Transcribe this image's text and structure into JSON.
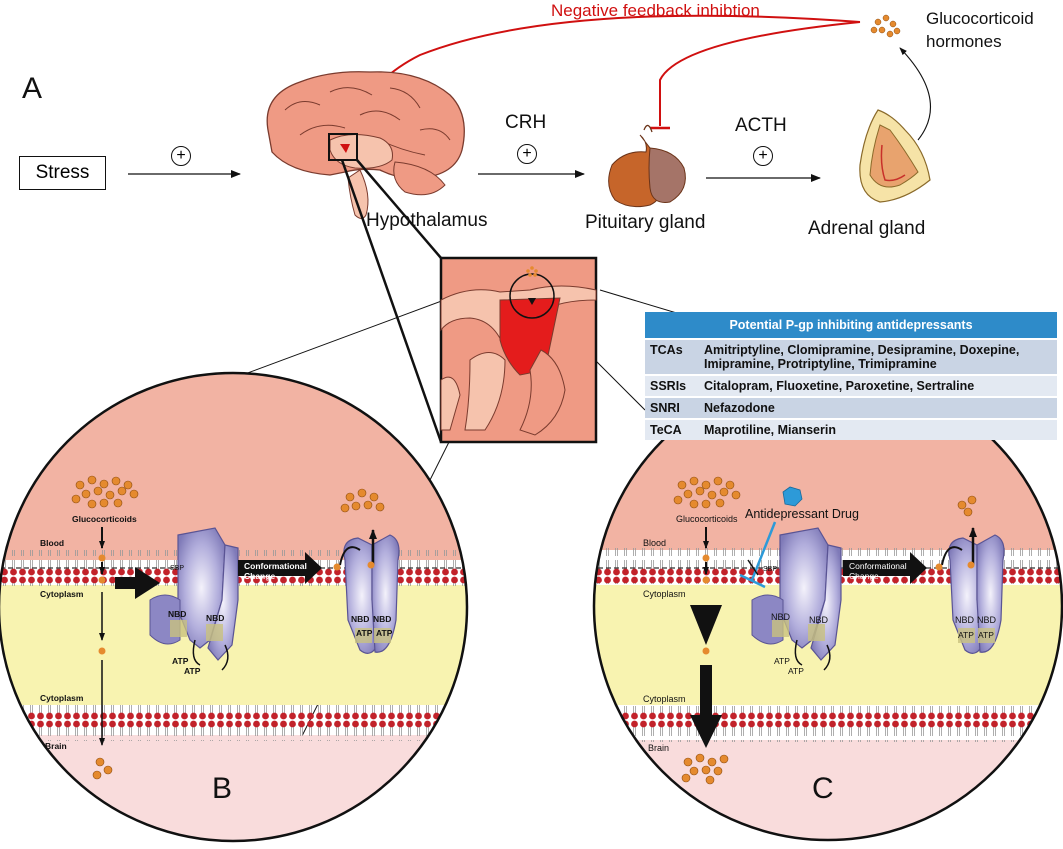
{
  "panel_labels": {
    "a": "A",
    "b": "B",
    "c": "C"
  },
  "hpa_axis": {
    "stress": "Stress",
    "plus_sign": "+",
    "crh": "CRH",
    "acth": "ACTH",
    "hypothalamus": "Hypothalamus",
    "pituitary": "Pituitary gland",
    "adrenal": "Adrenal gland",
    "hormones_line1": "Glucocorticoid",
    "hormones_line2": "hormones",
    "feedback": "Negative feedback inhibtion"
  },
  "table": {
    "title": "Potential P-gp inhibiting antidepressants",
    "rows": [
      {
        "class": "TCAs",
        "drugs": "Amitriptyline, Clomipramine, Desipramine, Doxepine, Imipramine, Protriptyline, Trimipramine"
      },
      {
        "class": "SSRIs",
        "drugs": "Citalopram, Fluoxetine, Paroxetine, Sertraline"
      },
      {
        "class": "SNRI",
        "drugs": "Nefazodone"
      },
      {
        "class": "TeCA",
        "drugs": "Maprotiline, Mianserin"
      }
    ]
  },
  "panel_b": {
    "glucocorticoids": "Glucocorticoids",
    "blood": "Blood",
    "cytoplasm_top": "Cytoplasm",
    "cytoplasm_bottom": "Cytoplasm",
    "brain": "Brain",
    "sbp": "SBP",
    "conf_line1": "Conformational",
    "conf_line2": "Change",
    "nbd": "NBD",
    "atp": "ATP"
  },
  "panel_c": {
    "glucocorticoids": "Glucocorticoids",
    "drug": "Antidepressant Drug",
    "blood": "Blood",
    "cytoplasm_top": "Cytoplasm",
    "cytoplasm_bottom": "Cytoplasm",
    "brain": "Brain",
    "sbp": "SBP",
    "conf_line1": "Conformational",
    "conf_line2": "Change",
    "nbd": "NBD",
    "atp": "ATP"
  },
  "colors": {
    "feedback_red": "#d01010",
    "blood_pink": "#f2b3a3",
    "cytoplasm_yellow": "#f8f3b0",
    "brain_pink": "#f9dcdc",
    "pgp_purple": "#9490c8",
    "dot_orange": "#e58a2e",
    "drug_blue": "#2d9ad8",
    "table_header": "#2e8bc9"
  }
}
